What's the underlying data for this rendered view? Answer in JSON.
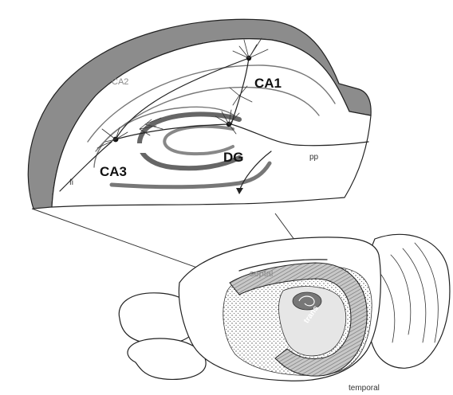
{
  "labels": {
    "ca1": "CA1",
    "ca2": "CA2",
    "ca3": "CA3",
    "dg": "DG",
    "pp": "pp",
    "fi": "fi",
    "septal": "septal",
    "trans": "trans",
    "temporal": "temporal"
  },
  "colors": {
    "background": "#ffffff",
    "ink": "#222222",
    "cortex_band": "#8c8c8c",
    "hippocampus_hatch": "#a9a9a9"
  }
}
